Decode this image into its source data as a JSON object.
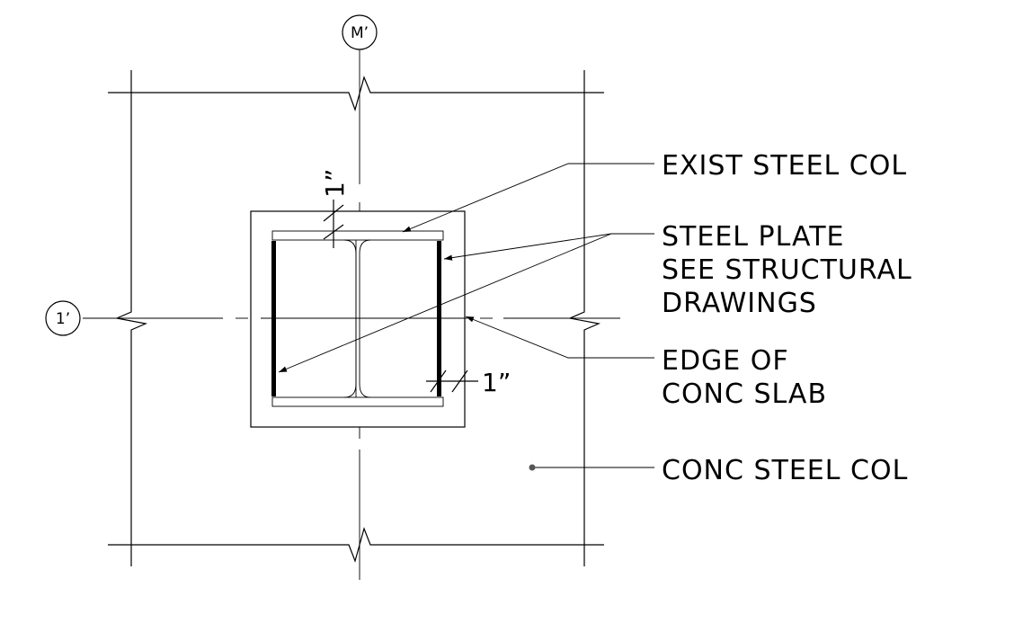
{
  "grid_bubbles": {
    "top": "M’",
    "left": "1’"
  },
  "dimensions": {
    "top_gap": "1”",
    "right_gap": "1”"
  },
  "callouts": {
    "exist_steel_col": "EXIST STEEL COL",
    "steel_plate_line1": "STEEL PLATE",
    "steel_plate_line2": "SEE STRUCTURAL",
    "steel_plate_line3": "DRAWINGS",
    "edge_of_slab_line1": "EDGE OF",
    "edge_of_slab_line2": "CONC SLAB",
    "conc_steel_col": "CONC STEEL COL"
  }
}
